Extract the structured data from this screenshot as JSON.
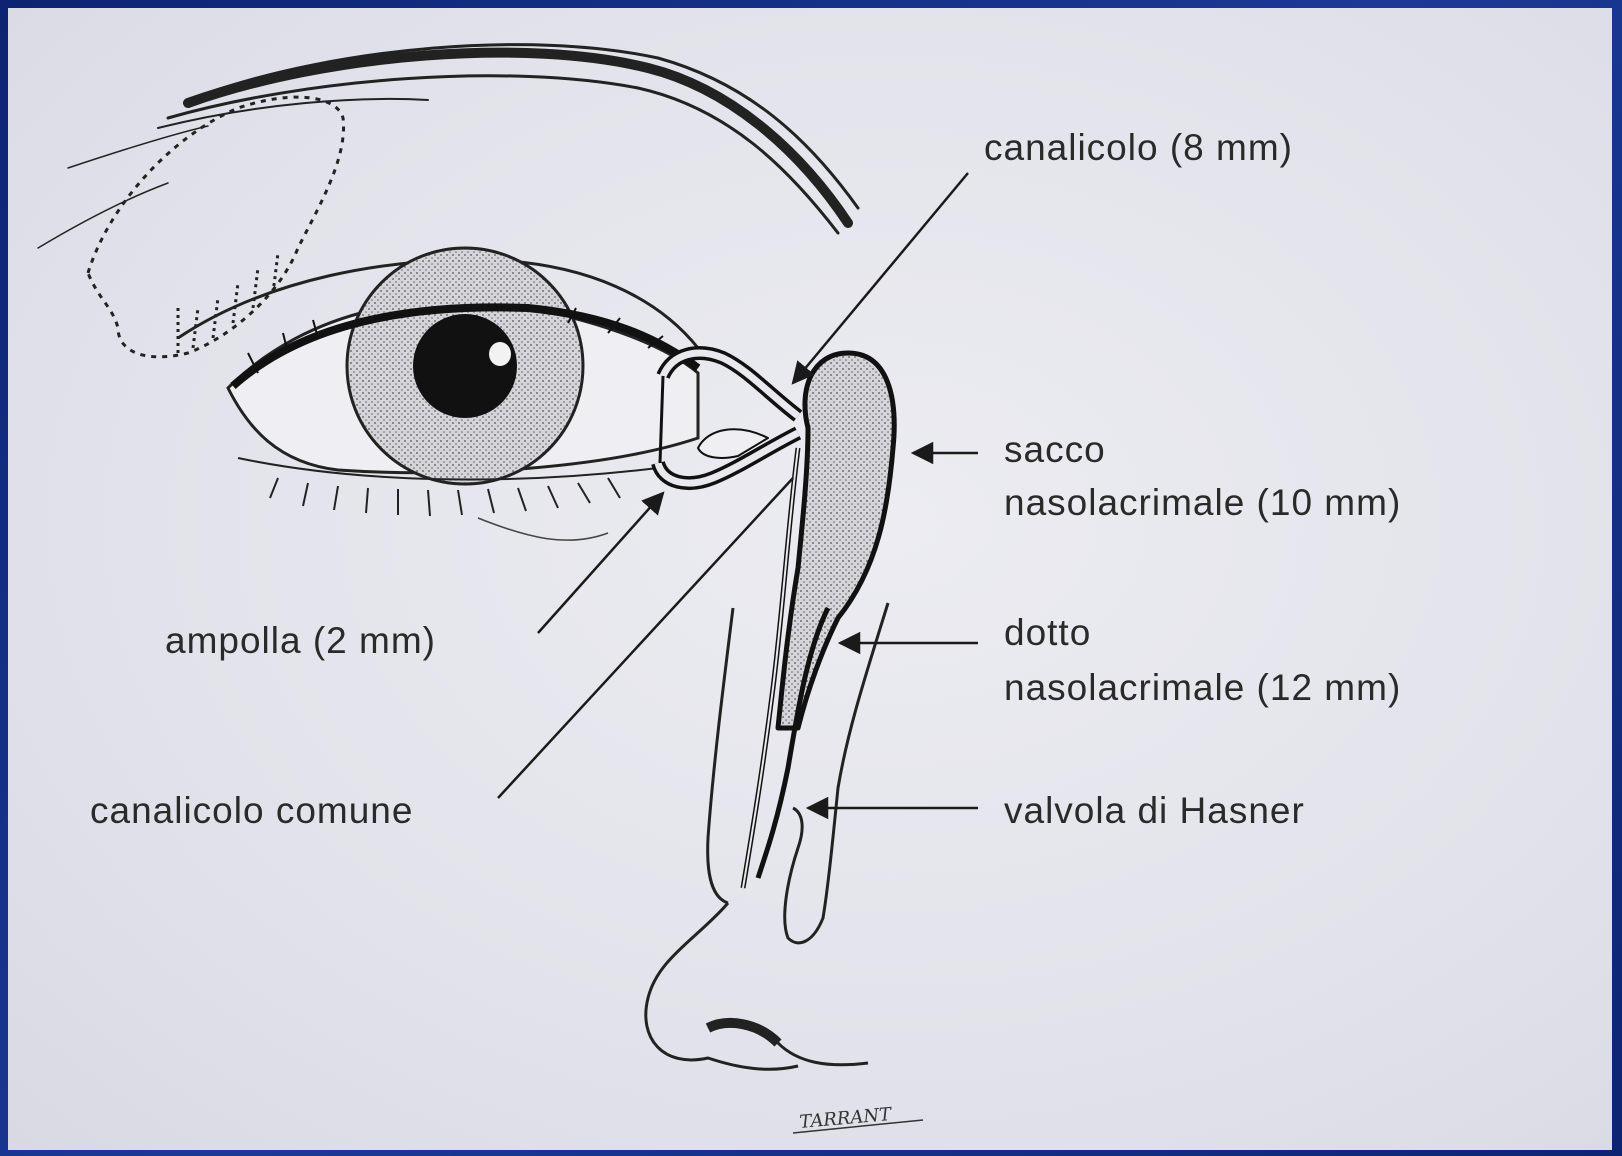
{
  "labels": {
    "canalicolo": "canalicolo (8 mm)",
    "sacco_line1": "sacco",
    "sacco_line2": "nasolacrimale (10 mm)",
    "ampolla": "ampolla (2 mm)",
    "dotto_line1": "dotto",
    "dotto_line2": "nasolacrimale (12 mm)",
    "canalicolo_comune": "canalicolo comune",
    "valvola": "valvola di Hasner"
  },
  "signature": "TARRANT",
  "colors": {
    "frame": "#102a7a",
    "paper": "#e4e5ec",
    "ink": "#1a1a1a"
  }
}
